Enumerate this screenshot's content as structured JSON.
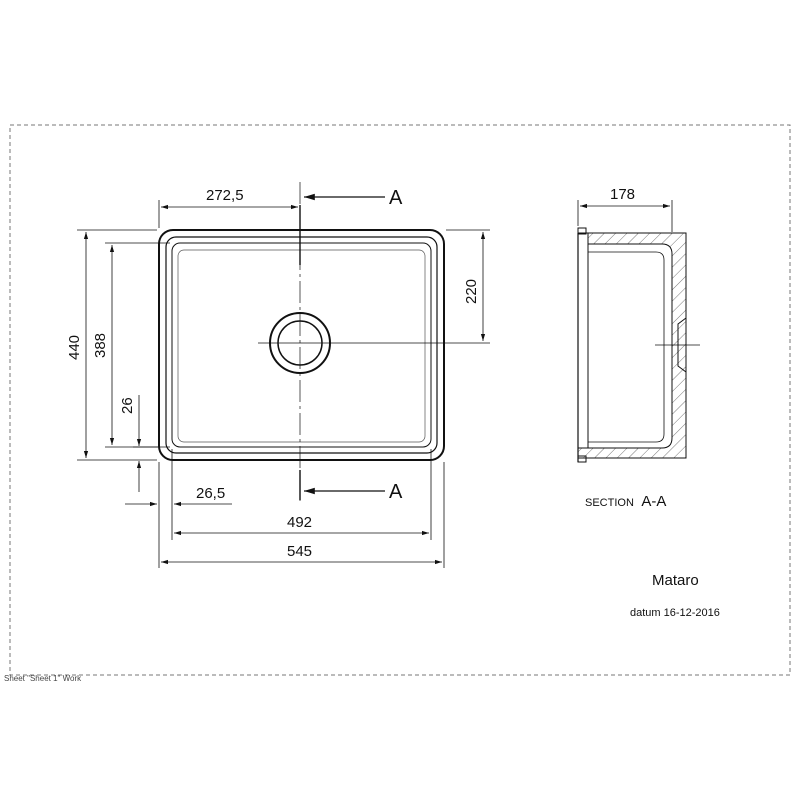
{
  "dimensions": {
    "top_offset": "272,5",
    "height_440": "440",
    "height_388": "388",
    "right_220": "220",
    "left_26": "26",
    "bottom_26_5": "26,5",
    "width_492": "492",
    "width_545": "545",
    "depth_178": "178"
  },
  "section": {
    "marker_top": "A",
    "marker_bottom": "A",
    "label_prefix": "SECTION",
    "label_suffix": "A-A"
  },
  "title_block": {
    "product_name": "Mataro",
    "date_line": "datum 16-12-2016"
  },
  "sheet_label": "Sheet \"Sheet 1\" Work"
}
